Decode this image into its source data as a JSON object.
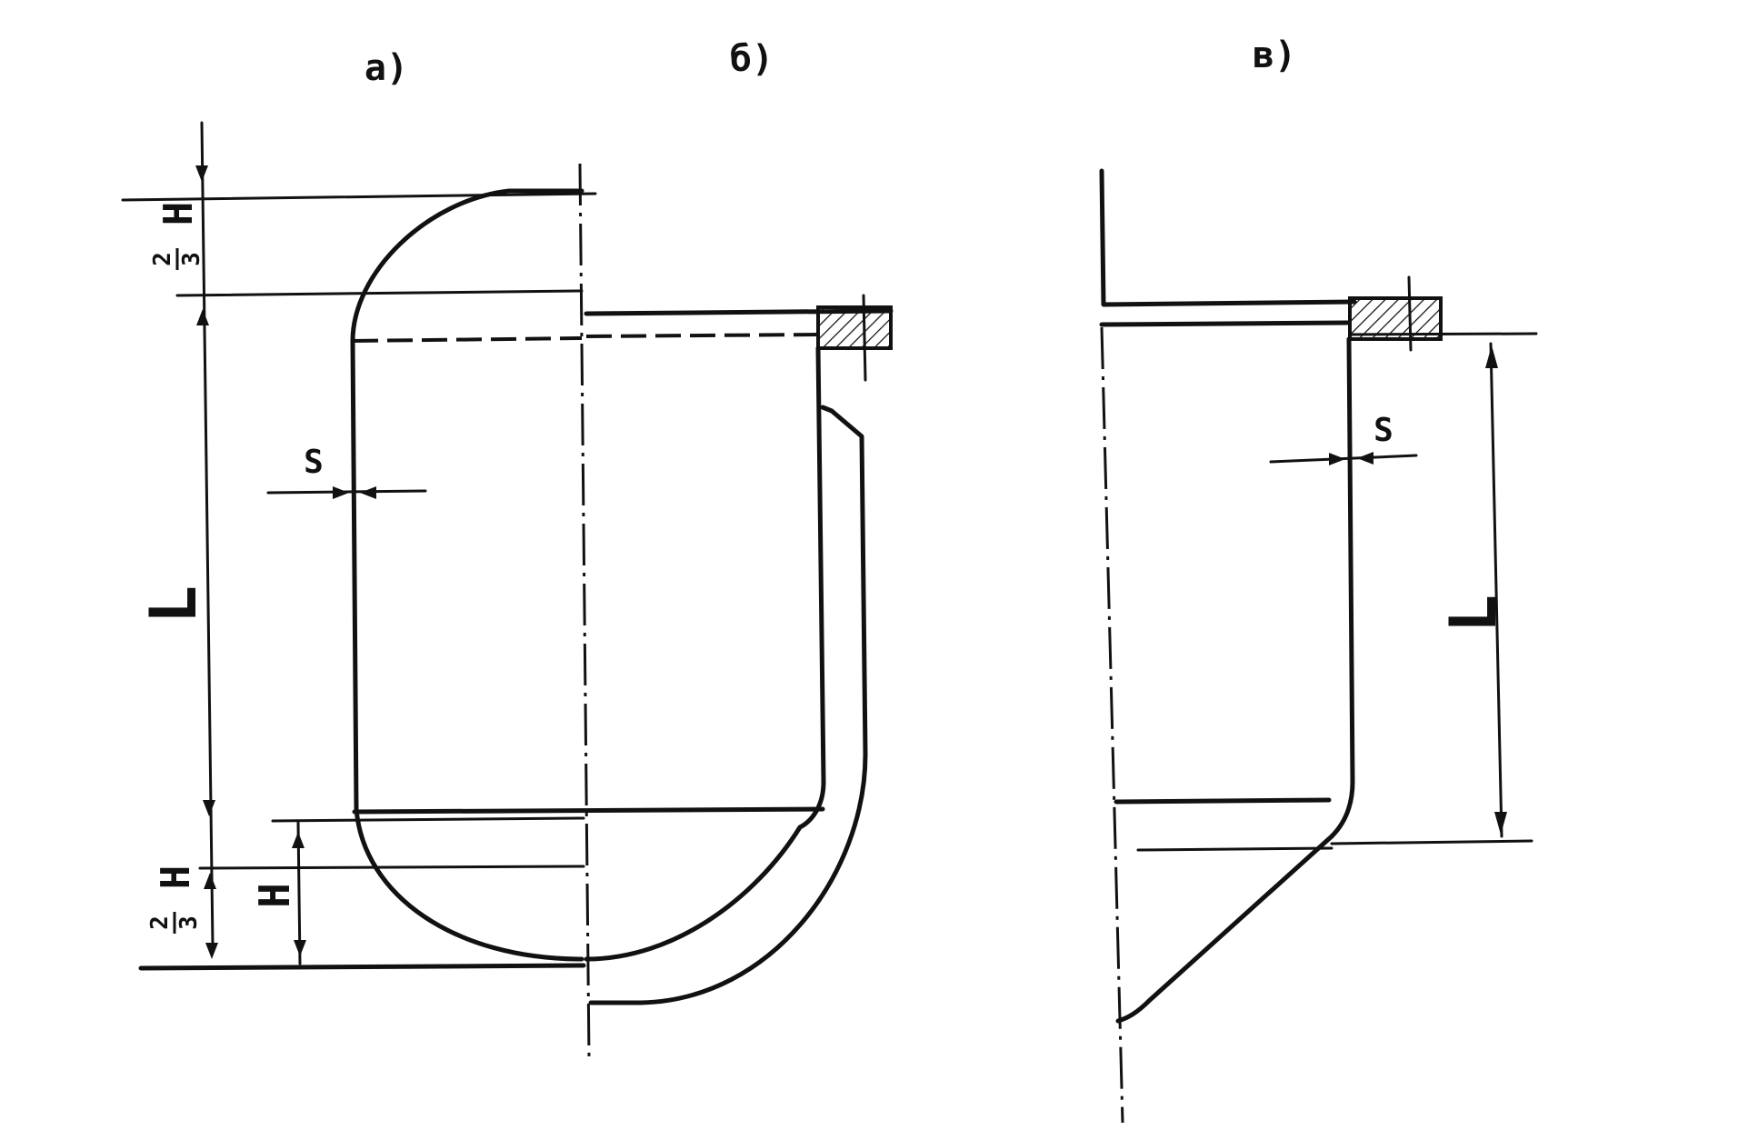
{
  "panels": [
    {
      "label": "а)"
    },
    {
      "label": "б)"
    },
    {
      "label": "в)"
    }
  ],
  "dims": {
    "top_head_num": "2",
    "top_head_den": "3",
    "top_head_sym": "H",
    "length_a": "L",
    "bottom_head_num": "2",
    "bottom_head_den": "3",
    "bottom_head_sym": "H",
    "bottom_full": "H",
    "wall_a": "S",
    "wall_c": "S",
    "length_c": "L"
  },
  "colors": {
    "ink": "#111111",
    "paper": "#ffffff"
  }
}
